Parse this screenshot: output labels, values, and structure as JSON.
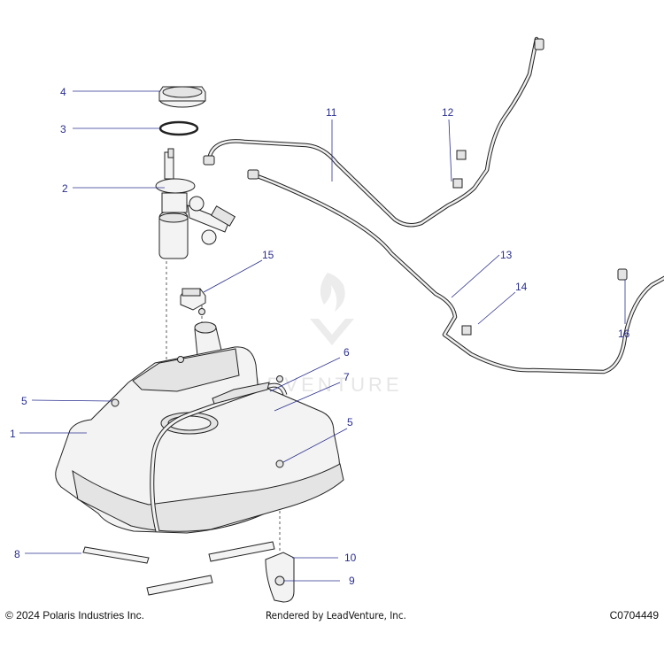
{
  "callouts": [
    {
      "id": "c4",
      "text": "4"
    },
    {
      "id": "c3",
      "text": "3"
    },
    {
      "id": "c2",
      "text": "2"
    },
    {
      "id": "c11",
      "text": "11"
    },
    {
      "id": "c12",
      "text": "12"
    },
    {
      "id": "c15",
      "text": "15"
    },
    {
      "id": "c13",
      "text": "13"
    },
    {
      "id": "c14",
      "text": "14"
    },
    {
      "id": "c16",
      "text": "16"
    },
    {
      "id": "c6",
      "text": "6"
    },
    {
      "id": "c7",
      "text": "7"
    },
    {
      "id": "c5a",
      "text": "5"
    },
    {
      "id": "c5b",
      "text": "5"
    },
    {
      "id": "c1",
      "text": "1"
    },
    {
      "id": "c8",
      "text": "8"
    },
    {
      "id": "c10",
      "text": "10"
    },
    {
      "id": "c9",
      "text": "9"
    }
  ],
  "watermark": "LEADVENTURE",
  "footer": {
    "copyright": "© 2024 Polaris Industries Inc.",
    "rendered_by": "Rendered by LeadVenture, Inc.",
    "diagram_code": "C0704449"
  },
  "colors": {
    "callout": "#2a2f8f",
    "line": "#222222",
    "watermark": "#e6e6e6"
  }
}
